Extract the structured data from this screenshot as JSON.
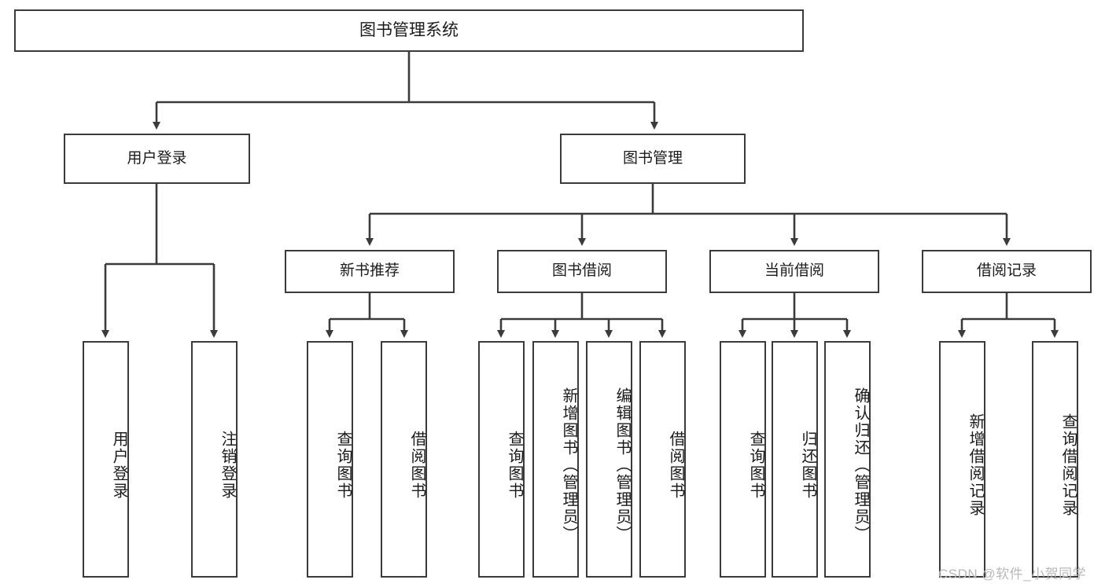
{
  "diagram": {
    "title": "图书管理系统",
    "type": "hierarchy-tree",
    "watermark": "CSDN @软件_小贺同学",
    "colors": {
      "box_border": "#3b3b3b",
      "box_fill": "#ffffff",
      "edge": "#3b3b3b",
      "text": "#1b1b1b",
      "watermark": "#b9b9b9",
      "background": "#ffffff"
    },
    "nodes": {
      "root": {
        "label": "图书管理系统"
      },
      "level1": [
        {
          "id": "user-login",
          "label": "用户登录"
        },
        {
          "id": "book-management",
          "label": "图书管理"
        }
      ],
      "level2": [
        {
          "id": "new-book-recommend",
          "label": "新书推荐"
        },
        {
          "id": "book-borrow",
          "label": "图书借阅"
        },
        {
          "id": "current-borrow",
          "label": "当前借阅"
        },
        {
          "id": "borrow-record",
          "label": "借阅记录"
        }
      ],
      "leaves": {
        "user-login": [
          {
            "id": "leaf-user-login",
            "label": "用户登录"
          },
          {
            "id": "leaf-user-logout",
            "label": "注销登录"
          }
        ],
        "new-book-recommend": [
          {
            "id": "leaf-query-book-1",
            "label": "查询图书"
          },
          {
            "id": "leaf-borrow-book-1",
            "label": "借阅图书"
          }
        ],
        "book-borrow": [
          {
            "id": "leaf-query-book-2",
            "label": "查询图书"
          },
          {
            "id": "leaf-add-book",
            "label": "新增图书（管理员）"
          },
          {
            "id": "leaf-edit-book",
            "label": "编辑图书（管理员）"
          },
          {
            "id": "leaf-borrow-book-2",
            "label": "借阅图书"
          }
        ],
        "current-borrow": [
          {
            "id": "leaf-query-book-3",
            "label": "查询图书"
          },
          {
            "id": "leaf-return-book",
            "label": "归还图书"
          },
          {
            "id": "leaf-confirm-return",
            "label": "确认归还（管理员）"
          }
        ],
        "borrow-record": [
          {
            "id": "leaf-add-record",
            "label": "新增借阅记录"
          },
          {
            "id": "leaf-query-record",
            "label": "查询借阅记录"
          }
        ]
      }
    }
  }
}
